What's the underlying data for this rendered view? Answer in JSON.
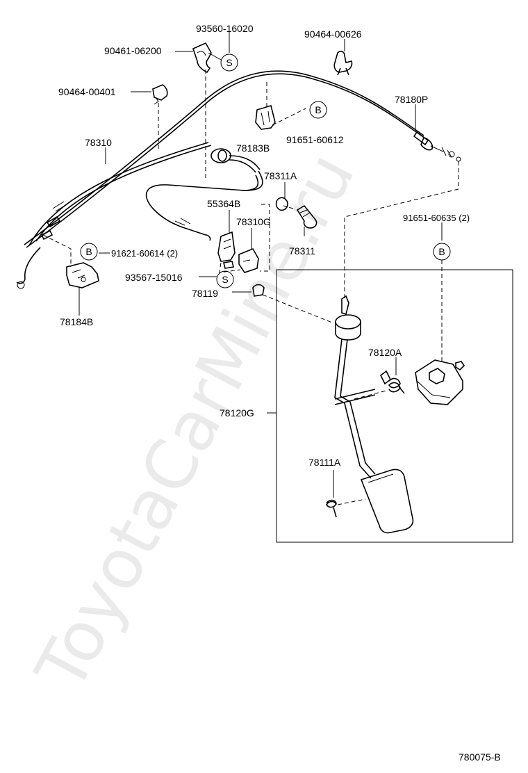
{
  "watermark": "ToyotaCarMine.ru",
  "diagram_code": "780075-B",
  "callouts": {
    "s": "S",
    "b": "B"
  },
  "labels": {
    "p93560_16020": "93560-16020",
    "p90461_06200": "90461-06200",
    "p90464_00626": "90464-00626",
    "p90464_00401": "90464-00401",
    "p78180P": "78180P",
    "p78310": "78310",
    "p78183B": "78183B",
    "p91651_60612": "91651-60612",
    "p78311A": "78311A",
    "p55364B": "55364B",
    "p78310G": "78310G",
    "p91651_60635": "91651-60635 (2)",
    "p91621_60614": "91621-60614 (2)",
    "p78311": "78311",
    "p93567_15016": "93567-15016",
    "p78119": "78119",
    "p78184B": "78184B",
    "p78120A": "78120A",
    "p78120G": "78120G",
    "p78111A": "78111A"
  }
}
